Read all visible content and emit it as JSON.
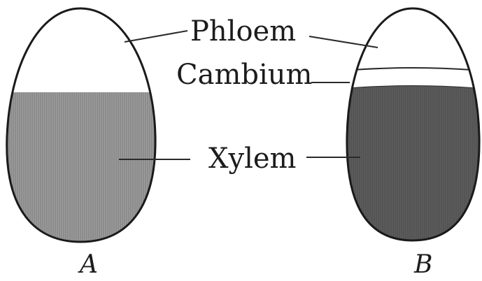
{
  "labels": {
    "phloem": "Phloem",
    "cambium": "Cambium",
    "xylem": "Xylem"
  },
  "figures": {
    "a": "A",
    "b": "B"
  },
  "colors": {
    "xylem_a": "#9d9d9d",
    "xylem_b": "#5e5e5e",
    "phloem": "#ffffff",
    "outline": "#1a1a1a"
  }
}
